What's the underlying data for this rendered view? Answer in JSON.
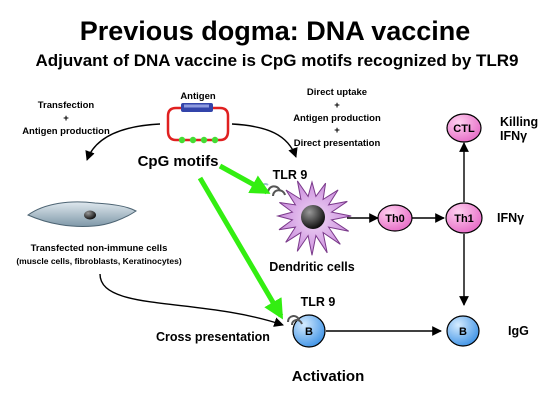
{
  "title": "Previous dogma: DNA vaccine",
  "subtitle": "Adjuvant of DNA vaccine is CpG motifs recognized by TLR9",
  "plasmid": {
    "antigen_label": "Antigen",
    "cpg_label": "CpG motifs"
  },
  "left_pathway": {
    "line1": "Transfection",
    "line2": "+",
    "line3": "Antigen production"
  },
  "right_pathway": {
    "line1": "Direct uptake",
    "line2": "+",
    "line3": "Antigen production",
    "line4": "+",
    "line5": "Direct presentation"
  },
  "tlr9_upper": "TLR 9",
  "tlr9_lower": "TLR 9",
  "dendritic_cells": "Dendritic cells",
  "non_immune": {
    "line1": "Transfected non-immune cells",
    "line2": "(muscle cells, fibroblasts, Keratinocytes)"
  },
  "nodes": {
    "th0": "Th0",
    "th1": "Th1",
    "ctl": "CTL",
    "b_left": "B",
    "b_right": "B"
  },
  "effectors": {
    "killing": "Killing",
    "ifng_ctl": "IFNγ",
    "ifng_th1": "IFNγ",
    "igg": "IgG"
  },
  "cross_presentation": "Cross presentation",
  "activation": "Activation",
  "colors": {
    "green_arrow": "#33ee11",
    "plasmid_ring": "#e02020",
    "plasmid_bar": "#3344aa",
    "cpg_dot": "#44dd33",
    "t_cell_fill": "#ee77cc",
    "b_cell_fill": "#5aa7ee",
    "dendritic_fill": "#cc88dd",
    "fibroblast_fill": "#a9bcc8"
  }
}
